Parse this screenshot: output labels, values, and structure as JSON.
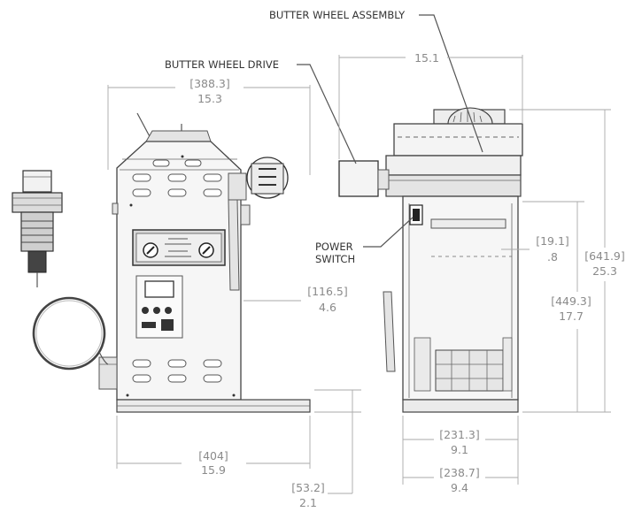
{
  "labels": {
    "butter_wheel_assembly": "BUTTER WHEEL ASSEMBLY",
    "butter_wheel_drive": "BUTTER WHEEL DRIVE",
    "power_switch_line1": "POWER",
    "power_switch_line2": "SWITCH"
  },
  "dimensions": {
    "front_width_mm": "[388.3]",
    "front_width_in": "15.3",
    "drive_offset_mm": "[116.5]",
    "drive_offset_in": "4.6",
    "base_width_mm": "[404]",
    "base_width_in": "15.9",
    "base_height_mm": "[53.2]",
    "base_height_in": "2.1",
    "side_width_in": "15.1",
    "lip_mm": "[19.1]",
    "lip_in": ".8",
    "total_height_mm": "[641.9]",
    "total_height_in": "25.3",
    "cabinet_height_mm": "[449.3]",
    "cabinet_height_in": "17.7",
    "side_inner_mm": "[231.3]",
    "side_inner_in": "9.1",
    "side_outer_mm": "[238.7]",
    "side_outer_in": "9.4"
  }
}
